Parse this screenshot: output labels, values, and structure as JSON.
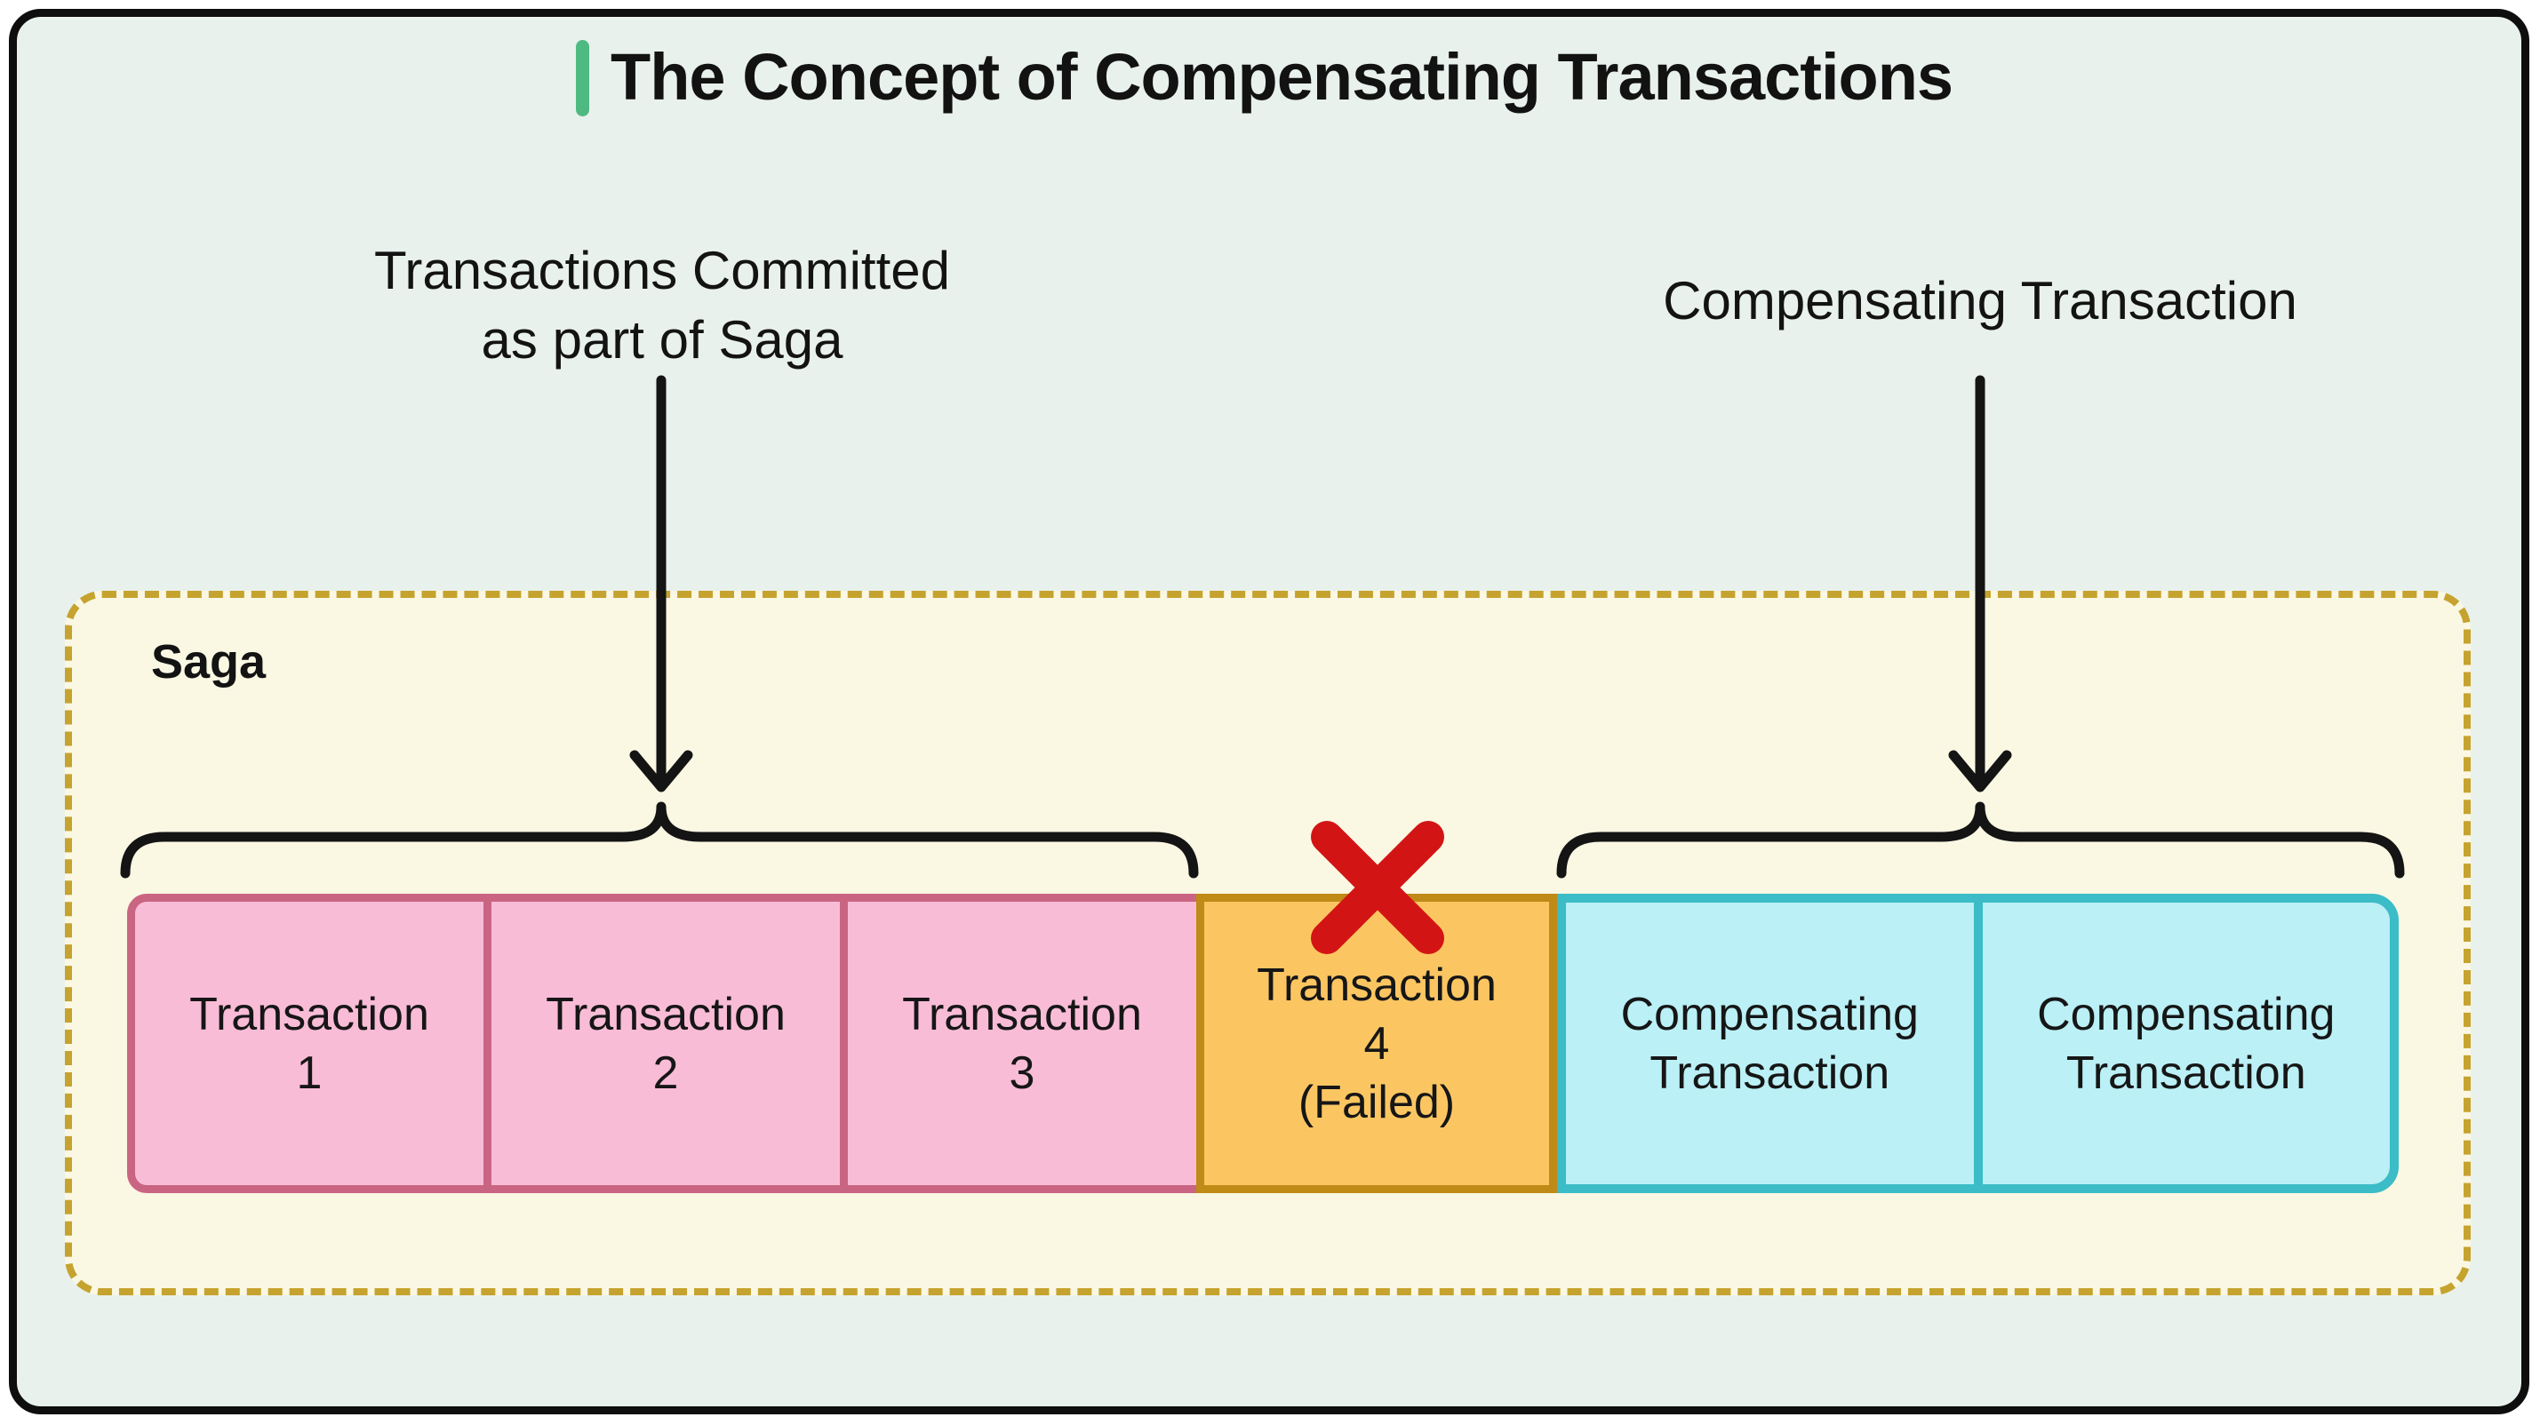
{
  "header": {
    "title": "The Concept of Compensating Transactions"
  },
  "annotations": {
    "committed_line1": "Transactions Committed",
    "committed_line2": "as part of Saga",
    "compensating": "Compensating Transaction"
  },
  "saga": {
    "label": "Saga"
  },
  "transactions": {
    "committed": [
      {
        "line1": "Transaction",
        "line2": "1"
      },
      {
        "line1": "Transaction",
        "line2": "2"
      },
      {
        "line1": "Transaction",
        "line2": "3"
      }
    ],
    "failed": {
      "line1": "Transaction",
      "line2": "4",
      "line3": "(Failed)"
    },
    "compensating": [
      {
        "line1": "Compensating",
        "line2": "Transaction"
      },
      {
        "line1": "Compensating",
        "line2": "Transaction"
      }
    ]
  },
  "icons": {
    "failed_x": "x-mark",
    "committed_arrow": "arrow-down",
    "compensating_arrow": "arrow-down"
  },
  "colors": {
    "card_bg": "#e9f1ec",
    "card_border": "#0e0e0e",
    "title_accent": "#4eba82",
    "saga_bg": "#faf7e3",
    "saga_border": "#c5a32e",
    "committed_fill": "#f9bcd7",
    "committed_border": "#c96582",
    "failed_fill": "#fbc662",
    "failed_border": "#c08a17",
    "compensating_fill": "#baf0f6",
    "compensating_border": "#3bbcc6",
    "x_mark": "#d31414",
    "stroke": "#141414"
  }
}
